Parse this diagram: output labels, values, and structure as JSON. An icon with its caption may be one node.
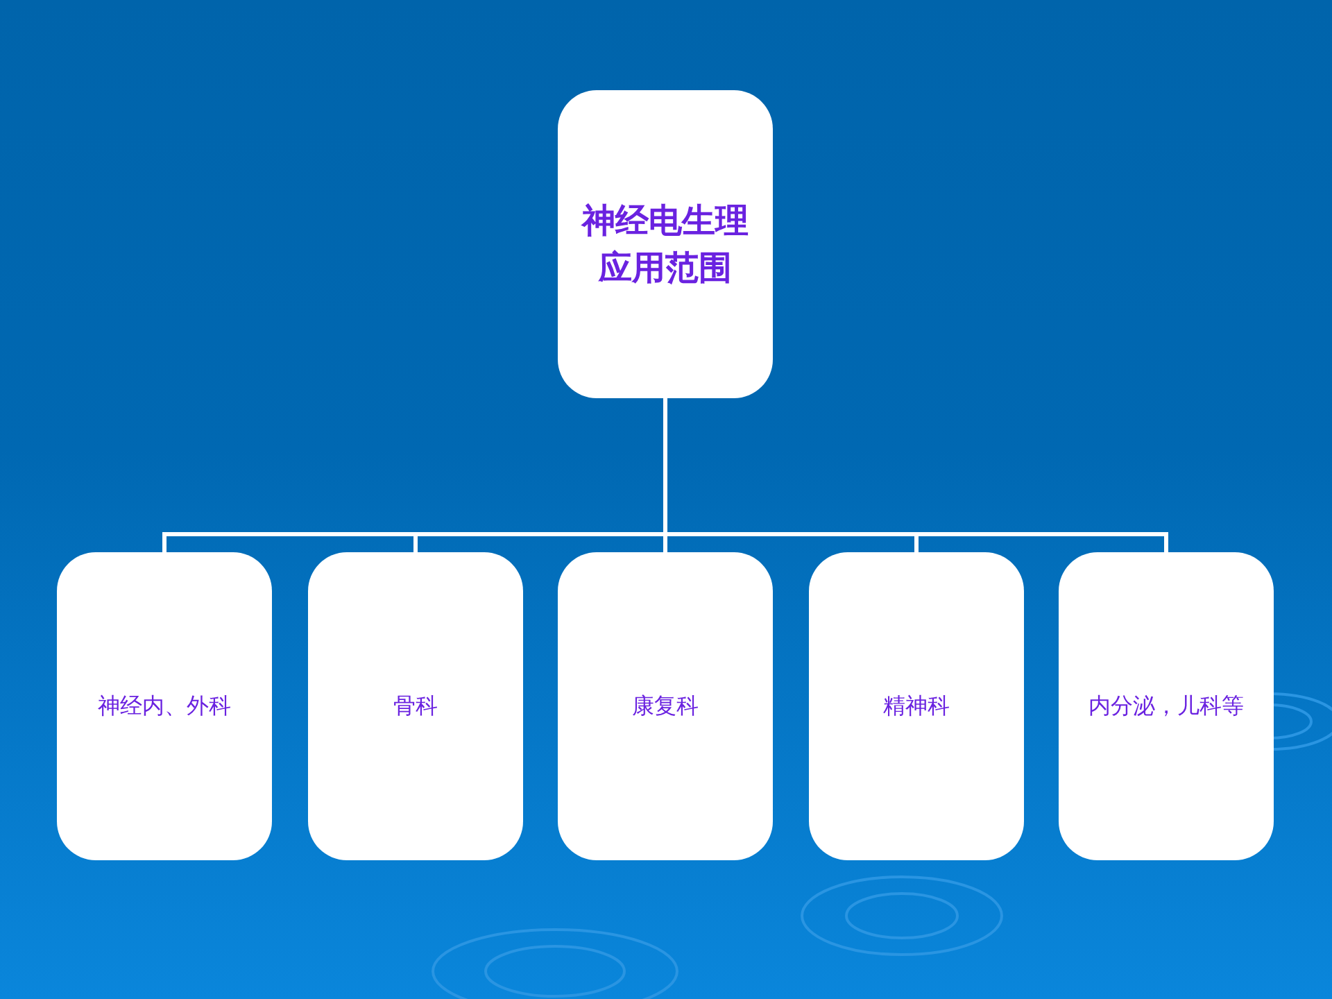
{
  "diagram": {
    "nodes": [
      {
        "text": [
          "神经电生理应用范围"
        ]
      },
      {
        "text": [
          "神经内、外科"
        ]
      },
      {
        "text": [
          "骨科"
        ]
      },
      {
        "text": [
          "康复科"
        ]
      },
      {
        "text": [
          "精神科"
        ]
      },
      {
        "text": [
          "内分泌，儿科等"
        ]
      }
    ],
    "edges": [
      {
        "from": 0,
        "to": 1,
        "arrow": "none"
      },
      {
        "from": 0,
        "to": 2,
        "arrow": "none"
      },
      {
        "from": 0,
        "to": 3,
        "arrow": "none"
      },
      {
        "from": 0,
        "to": 4,
        "arrow": "none"
      },
      {
        "from": 0,
        "to": 5,
        "arrow": "none"
      }
    ]
  }
}
